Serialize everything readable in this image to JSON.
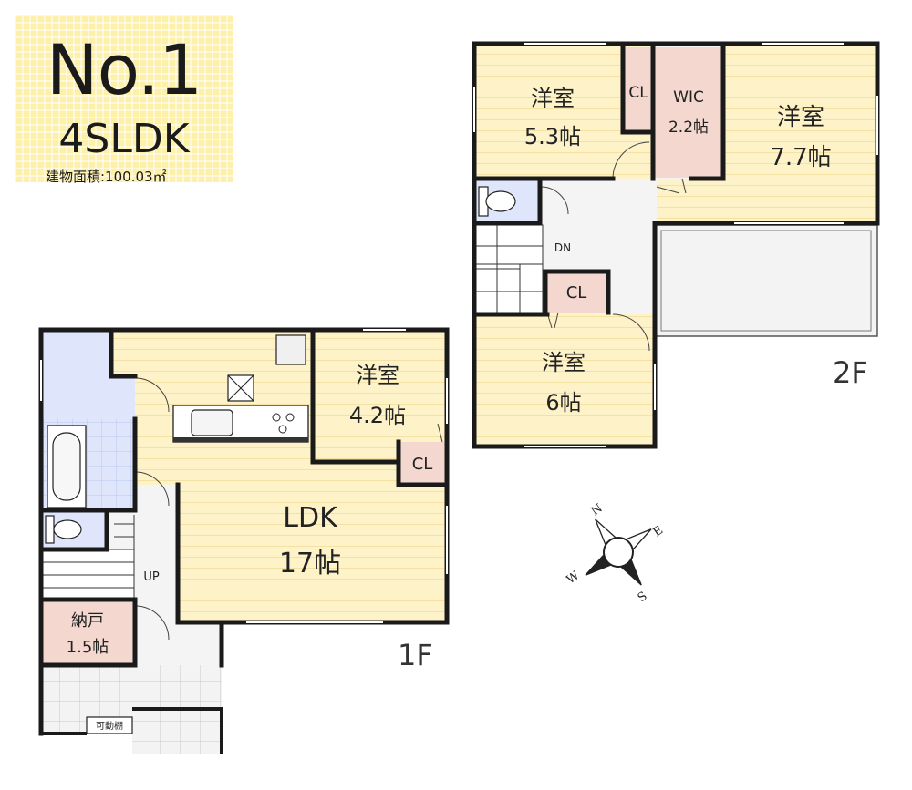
{
  "header": {
    "number": "No.1",
    "layout_type": "4SLDK",
    "building_area": "建物面積:100.03㎡"
  },
  "floor1": {
    "label": "1F",
    "ldk_name": "LDK",
    "ldk_size": "17帖",
    "room_name": "洋室",
    "room_size": "4.2帖",
    "cl": "CL",
    "storage_name": "納戸",
    "storage_size": "1.5帖",
    "up": "UP",
    "shelf": "可動棚"
  },
  "floor2": {
    "label": "2F",
    "room1_name": "洋室",
    "room1_size": "5.3帖",
    "cl_top": "CL",
    "wic_name": "WIC",
    "wic_size": "2.2帖",
    "room2_name": "洋室",
    "room2_size": "7.7帖",
    "dn": "DN",
    "cl_mid": "CL",
    "room3_name": "洋室",
    "room3_size": "6帖"
  },
  "compass": {
    "n": "N",
    "e": "E",
    "s": "S",
    "w": "W"
  },
  "colors": {
    "room_fill": "#fdf2c8",
    "closet_fill": "#f4d8cf",
    "wet_fill": "#dfe6fb",
    "floor_fill": "#f4f4f4",
    "wall": "#1a1a1a",
    "title_bg": "#fdf0a8"
  }
}
